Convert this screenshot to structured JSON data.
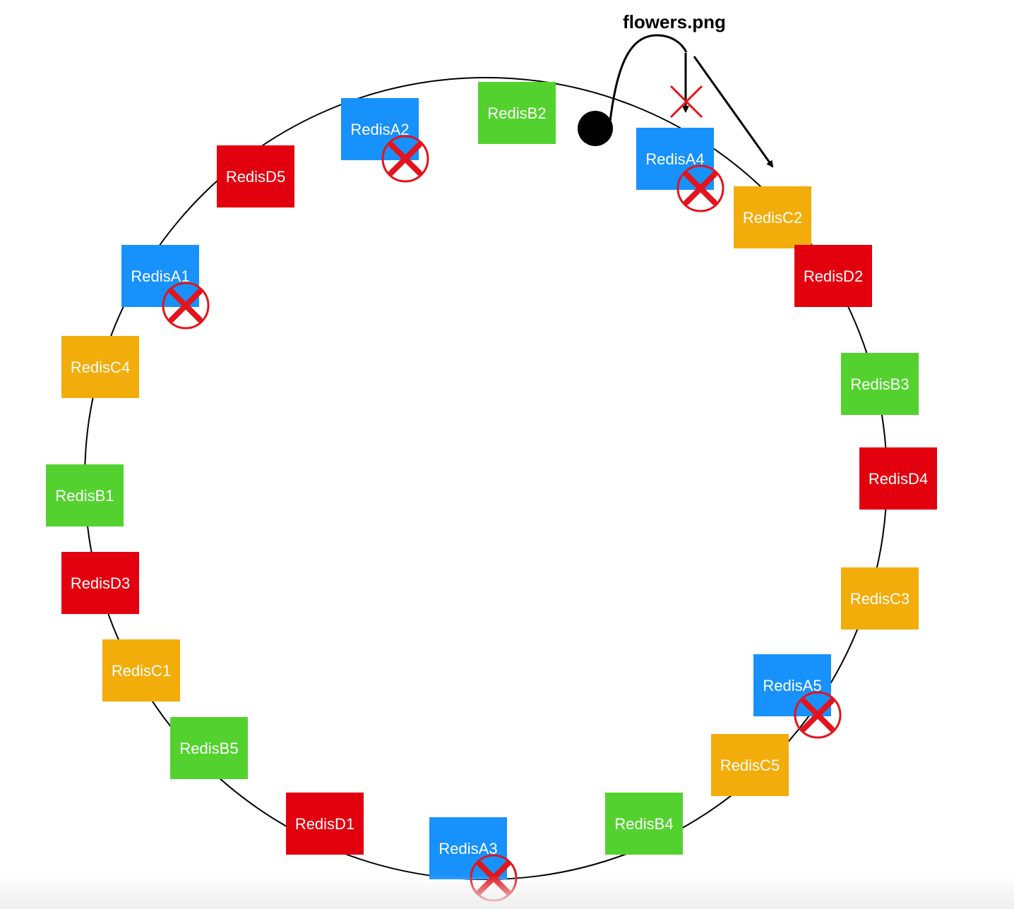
{
  "caption": "flowers.png",
  "colors": {
    "blue": "#1791fb",
    "green": "#53d22f",
    "red": "#e3000e",
    "orange": "#f2ad0b",
    "ring": "#000000",
    "fail_mark": "#e3141b"
  },
  "nodes": [
    {
      "label": "RedisB2",
      "color": "green",
      "failed": false
    },
    {
      "label": "RedisA4",
      "color": "blue",
      "failed": true
    },
    {
      "label": "RedisC2",
      "color": "orange",
      "failed": false
    },
    {
      "label": "RedisD2",
      "color": "red",
      "failed": false
    },
    {
      "label": "RedisB3",
      "color": "green",
      "failed": false
    },
    {
      "label": "RedisD4",
      "color": "red",
      "failed": false
    },
    {
      "label": "RedisC3",
      "color": "orange",
      "failed": false
    },
    {
      "label": "RedisA5",
      "color": "blue",
      "failed": true
    },
    {
      "label": "RedisC5",
      "color": "orange",
      "failed": false
    },
    {
      "label": "RedisB4",
      "color": "green",
      "failed": false
    },
    {
      "label": "RedisA3",
      "color": "blue",
      "failed": true
    },
    {
      "label": "RedisD1",
      "color": "red",
      "failed": false
    },
    {
      "label": "RedisB5",
      "color": "green",
      "failed": false
    },
    {
      "label": "RedisC1",
      "color": "orange",
      "failed": false
    },
    {
      "label": "RedisD3",
      "color": "red",
      "failed": false
    },
    {
      "label": "RedisB1",
      "color": "green",
      "failed": false
    },
    {
      "label": "RedisC4",
      "color": "orange",
      "failed": false
    },
    {
      "label": "RedisA1",
      "color": "blue",
      "failed": true
    },
    {
      "label": "RedisD5",
      "color": "red",
      "failed": false
    },
    {
      "label": "RedisA2",
      "color": "blue",
      "failed": true
    }
  ]
}
